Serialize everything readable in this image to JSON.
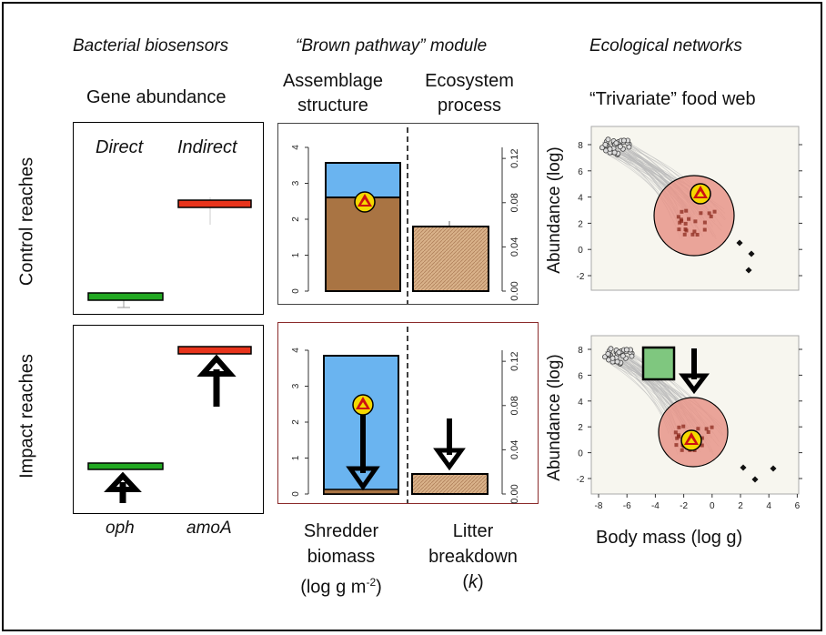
{
  "headers": {
    "col1": "Bacterial biosensors",
    "col2": "“Brown pathway” module",
    "col3": "Ecological networks"
  },
  "subheaders": {
    "gene_abundance": "Gene abundance",
    "assemblage_l1": "Assemblage",
    "assemblage_l2": "structure",
    "ecosystem_l1": "Ecosystem",
    "ecosystem_l2": "process",
    "food_web": "“Trivariate” food web"
  },
  "row_labels": {
    "control": "Control reaches",
    "impact": "Impact reaches"
  },
  "gene_panel": {
    "direct": "Direct",
    "indirect": "Indirect",
    "gene1": "oph",
    "gene2": "amoA"
  },
  "brown_axis": {
    "left_ticks": [
      "0",
      "1",
      "2",
      "3",
      "4"
    ],
    "right_ticks": [
      "0.00",
      "0.04",
      "0.08",
      "0.12"
    ]
  },
  "bottom_labels": {
    "shredder_l1": "Shredder",
    "shredder_l2": "biomass",
    "shredder_l3_pre": "(log g m",
    "shredder_l3_sup": "-2",
    "shredder_l3_post": ")",
    "litter_l1": "Litter",
    "litter_l2": "breakdown",
    "litter_l3_pre": "(",
    "litter_l3_k": "k",
    "litter_l3_post": ")"
  },
  "network_axes": {
    "ylabel": "Abundance (log)",
    "xlabel": "Body mass (log g)",
    "yticks": [
      "8",
      "6",
      "4",
      "2",
      "0",
      "-2"
    ],
    "xticks": [
      "-8",
      "-6",
      "-4",
      "-2",
      "0",
      "2",
      "4",
      "6"
    ]
  },
  "colors": {
    "green_bar": "#22a822",
    "red_bar": "#e8341c",
    "blue": "#6ab4f0",
    "brown": "#a97443",
    "hatch": "#d9b28a",
    "circle": "#e8958a",
    "triangle_red": "#cc1111",
    "triangle_yellow": "#f5d800",
    "green_box": "#7fc77f"
  },
  "chart_data": [
    {
      "type": "bar",
      "panel": "Control reaches – Assemblage structure",
      "categories": [
        "Shredder biomass"
      ],
      "stacked": [
        {
          "brown": 2.55
        },
        {
          "blue_top": 3.55
        }
      ],
      "ylim": [
        0,
        4
      ]
    },
    {
      "type": "bar",
      "panel": "Control reaches – Ecosystem process",
      "categories": [
        "Litter breakdown"
      ],
      "values": [
        0.06
      ],
      "ylim": [
        0,
        0.13
      ]
    },
    {
      "type": "bar",
      "panel": "Impact reaches – Assemblage structure",
      "categories": [
        "Shredder biomass"
      ],
      "stacked": [
        {
          "brown": 0.15
        },
        {
          "blue_top": 3.9
        }
      ],
      "ylim": [
        0,
        4
      ]
    },
    {
      "type": "bar",
      "panel": "Impact reaches – Ecosystem process",
      "categories": [
        "Litter breakdown"
      ],
      "values": [
        0.022
      ],
      "ylim": [
        0,
        0.13
      ]
    }
  ]
}
